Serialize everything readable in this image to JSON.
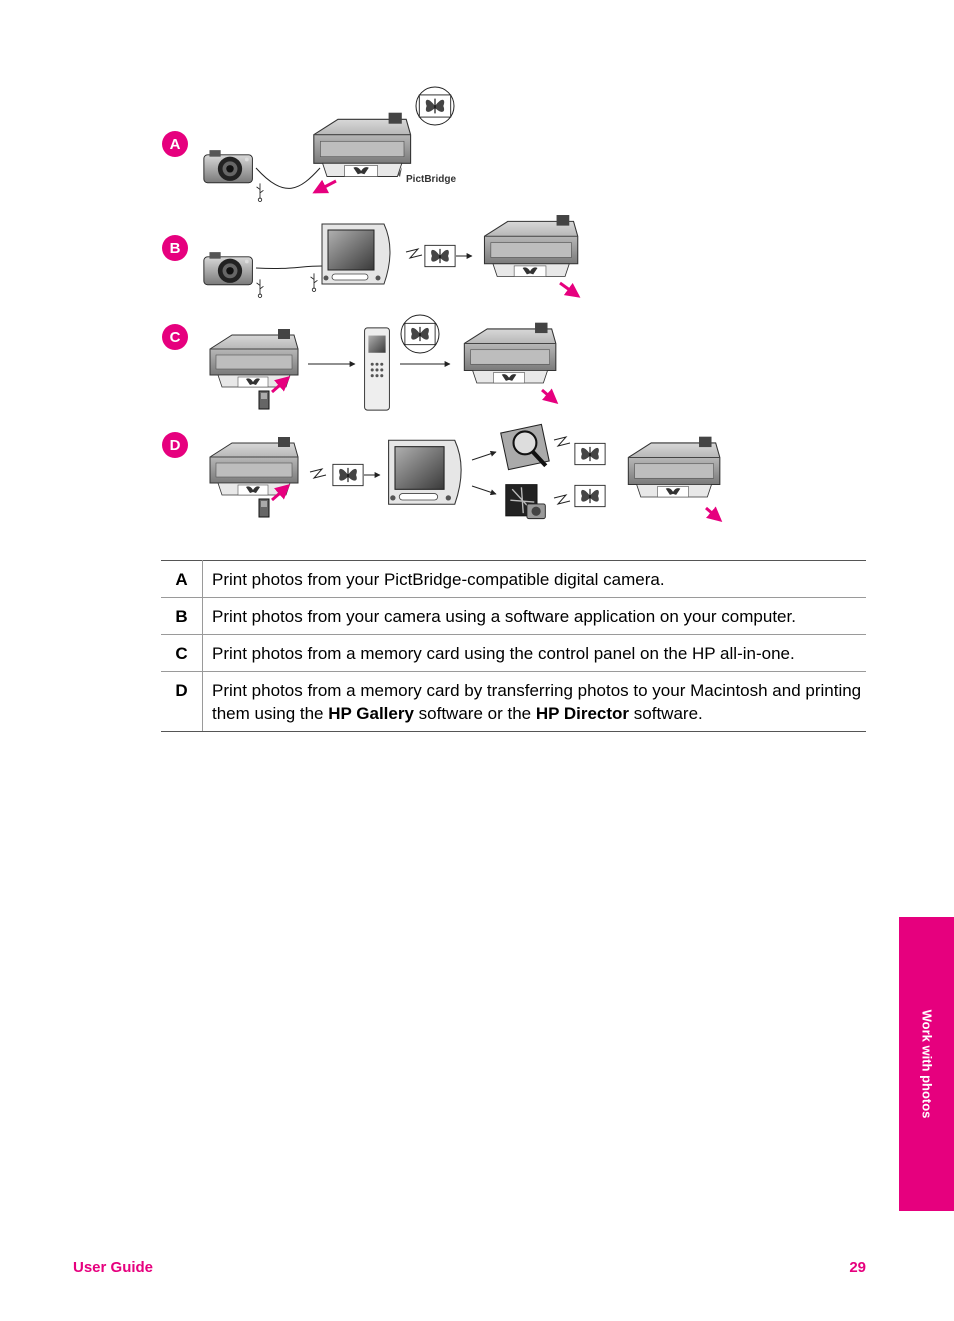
{
  "figure": {
    "row_labels": [
      "A",
      "B",
      "C",
      "D"
    ],
    "pictbridge_logo": "PictBridge"
  },
  "legend": {
    "rows": [
      {
        "key": "A",
        "text": "Print photos from your PictBridge-compatible digital camera."
      },
      {
        "key": "B",
        "text": "Print photos from your camera using a software application on your computer."
      },
      {
        "key": "C",
        "text": "Print photos from a memory card using the control panel on the HP all-in-one."
      },
      {
        "key": "D",
        "parts": [
          "Print photos from a memory card by transferring photos to your Macintosh and printing them using the ",
          "HP Gallery",
          " software or the ",
          "HP Director",
          " software."
        ]
      }
    ]
  },
  "side_tab": {
    "label": "Work with photos"
  },
  "footer": {
    "left": "User Guide",
    "right": "29"
  },
  "colors": {
    "accent": "#e6007e"
  }
}
